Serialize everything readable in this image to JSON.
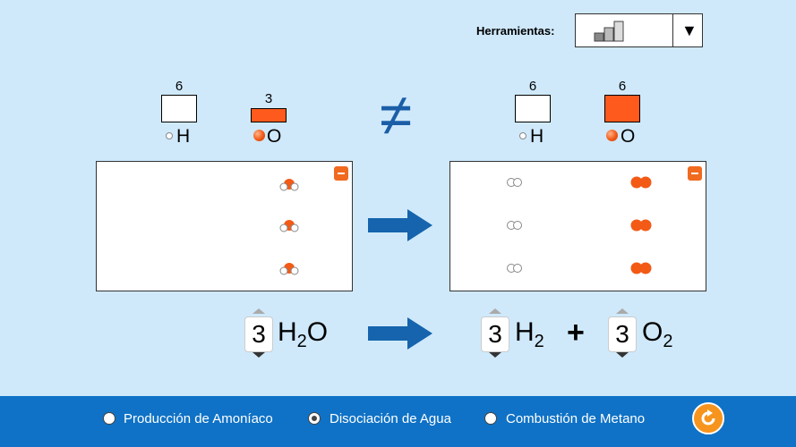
{
  "tools": {
    "label": "Herramientas:",
    "icon": "bar-chart-icon",
    "dropdown_icon": "triangle-down-icon"
  },
  "reactants": {
    "counts": [
      {
        "element": "H",
        "count": "6",
        "color": "#ffffff"
      },
      {
        "element": "O",
        "count": "3",
        "color": "#fe5a1d"
      }
    ],
    "molecules": [
      "H2O",
      "H2O",
      "H2O"
    ]
  },
  "products": {
    "counts": [
      {
        "element": "H",
        "count": "6",
        "color": "#ffffff"
      },
      {
        "element": "O",
        "count": "6",
        "color": "#fe5a1d"
      }
    ],
    "molecules": [
      "H2",
      "H2",
      "H2",
      "O2",
      "O2",
      "O2"
    ]
  },
  "comparison_symbol": "≠",
  "equation": {
    "reactant": {
      "coefficient": "3",
      "formula_main": "H",
      "formula_sub": "2",
      "formula_end": "O"
    },
    "product1": {
      "coefficient": "3",
      "formula_main": "H",
      "formula_sub": "2"
    },
    "product2": {
      "coefficient": "3",
      "formula_main": "O",
      "formula_sub": "2"
    },
    "plus": "+"
  },
  "reactions": [
    {
      "label": "Producción de Amoníaco",
      "selected": false
    },
    {
      "label": "Disociación de Agua",
      "selected": true
    },
    {
      "label": "Combustión de Metano",
      "selected": false
    }
  ],
  "colors": {
    "background": "#cfe9fb",
    "accent": "#1b5ea7",
    "bottom_bar": "#0f72c6",
    "oxygen": "#fe5a1d",
    "reset": "#f7941d"
  }
}
